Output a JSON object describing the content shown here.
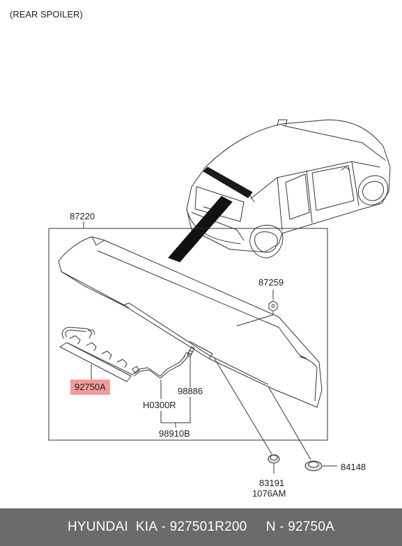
{
  "header": {
    "title": "(REAR SPOILER)"
  },
  "parts": {
    "spoiler": "87220",
    "nut": "87259",
    "stop_lamp": "92750A",
    "wire_part": "98886",
    "hose": "H0300R",
    "hose_assy": "98910B",
    "grommet": "83191",
    "grommet_sub": "1076AM",
    "cap": "84148"
  },
  "highlight": {
    "color": "#f59a9a"
  },
  "footer": {
    "brand": "HYUNDAI  KIA",
    "part_number": "927501R200",
    "ref": "N - 92750A"
  }
}
